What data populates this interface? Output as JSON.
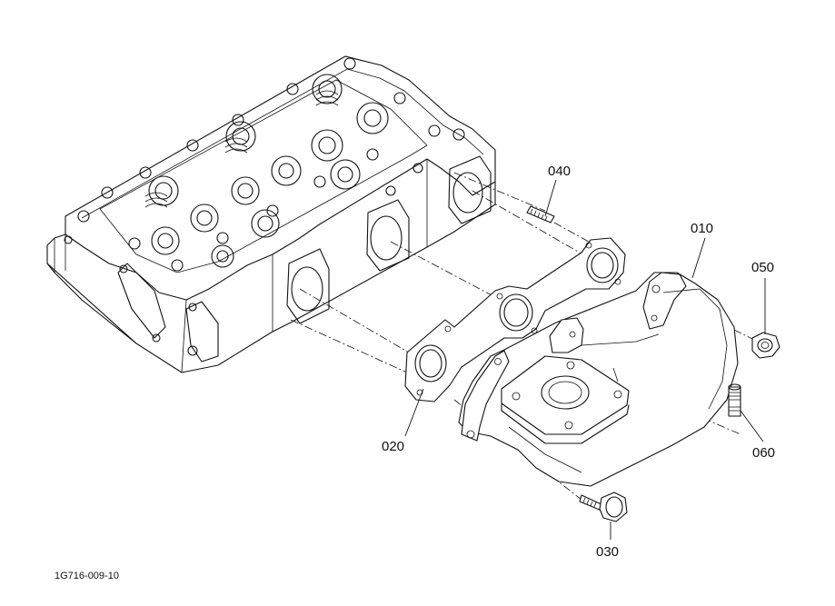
{
  "diagram": {
    "parts": [
      {
        "number": "010",
        "name_icon": "exhaust-manifold"
      },
      {
        "number": "020",
        "name_icon": "manifold-gasket"
      },
      {
        "number": "030",
        "name_icon": "flange-bolt"
      },
      {
        "number": "040",
        "name_icon": "stud-bolt"
      },
      {
        "number": "050",
        "name_icon": "flange-nut"
      },
      {
        "number": "060",
        "name_icon": "stud-bolt-short"
      }
    ],
    "document_code": "1G716-009-10",
    "line_color": "#111111",
    "background": "#ffffff"
  }
}
